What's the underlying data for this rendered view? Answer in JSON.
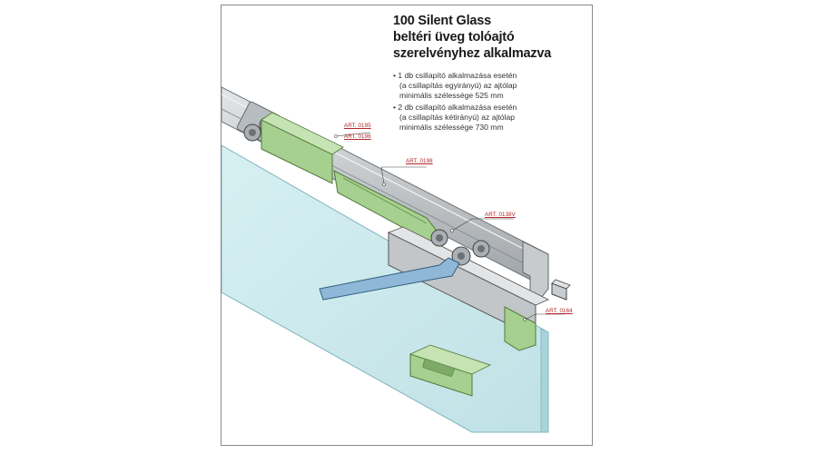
{
  "header": {
    "line1": "100 Silent Glass",
    "line2": "beltéri üveg tolóajtó",
    "line3": "szerelvényhez alkalmazva"
  },
  "notes": {
    "b1_l1": "• 1 db csillapító alkalmazása esetén",
    "b1_l2": "(a csillapítás egyirányú) az ajtólap",
    "b1_l3": "minimális szélessége 525 mm",
    "b2_l1": "• 2 db csillapító alkalmazása esetén",
    "b2_l2": "(a csillapítás kétirányú) az ajtólap",
    "b2_l3": "minimális szélessége 730 mm"
  },
  "labels": {
    "art_0195": "ART. 0195",
    "art_0196": "ART. 0196",
    "art_0198": "ART. 0198",
    "art_0138v": "ART. 0138V",
    "art_0164": "ART. 0164"
  },
  "colors": {
    "rail": "#bfc3c6",
    "damper": "#a6d08f",
    "glass": "#c9e8ec",
    "label": "#b3262a"
  }
}
